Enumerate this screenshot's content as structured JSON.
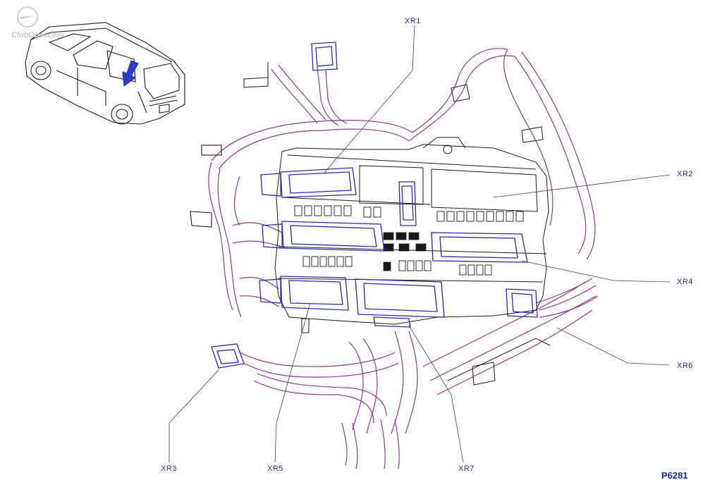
{
  "watermark": {
    "text": "ClubOpel.com"
  },
  "figure_id": "P6281",
  "callouts": {
    "xr1": "XR1",
    "xr2": "XR2",
    "xr3": "XR3",
    "xr4": "XR4",
    "xr5": "XR5",
    "xr6": "XR6",
    "xr7": "XR7"
  },
  "colors": {
    "harness": "#8a3a8a",
    "connector": "#2a2aa8",
    "outline": "#1a1a1a",
    "leader": "#444444",
    "label": "#1a2b9a"
  }
}
